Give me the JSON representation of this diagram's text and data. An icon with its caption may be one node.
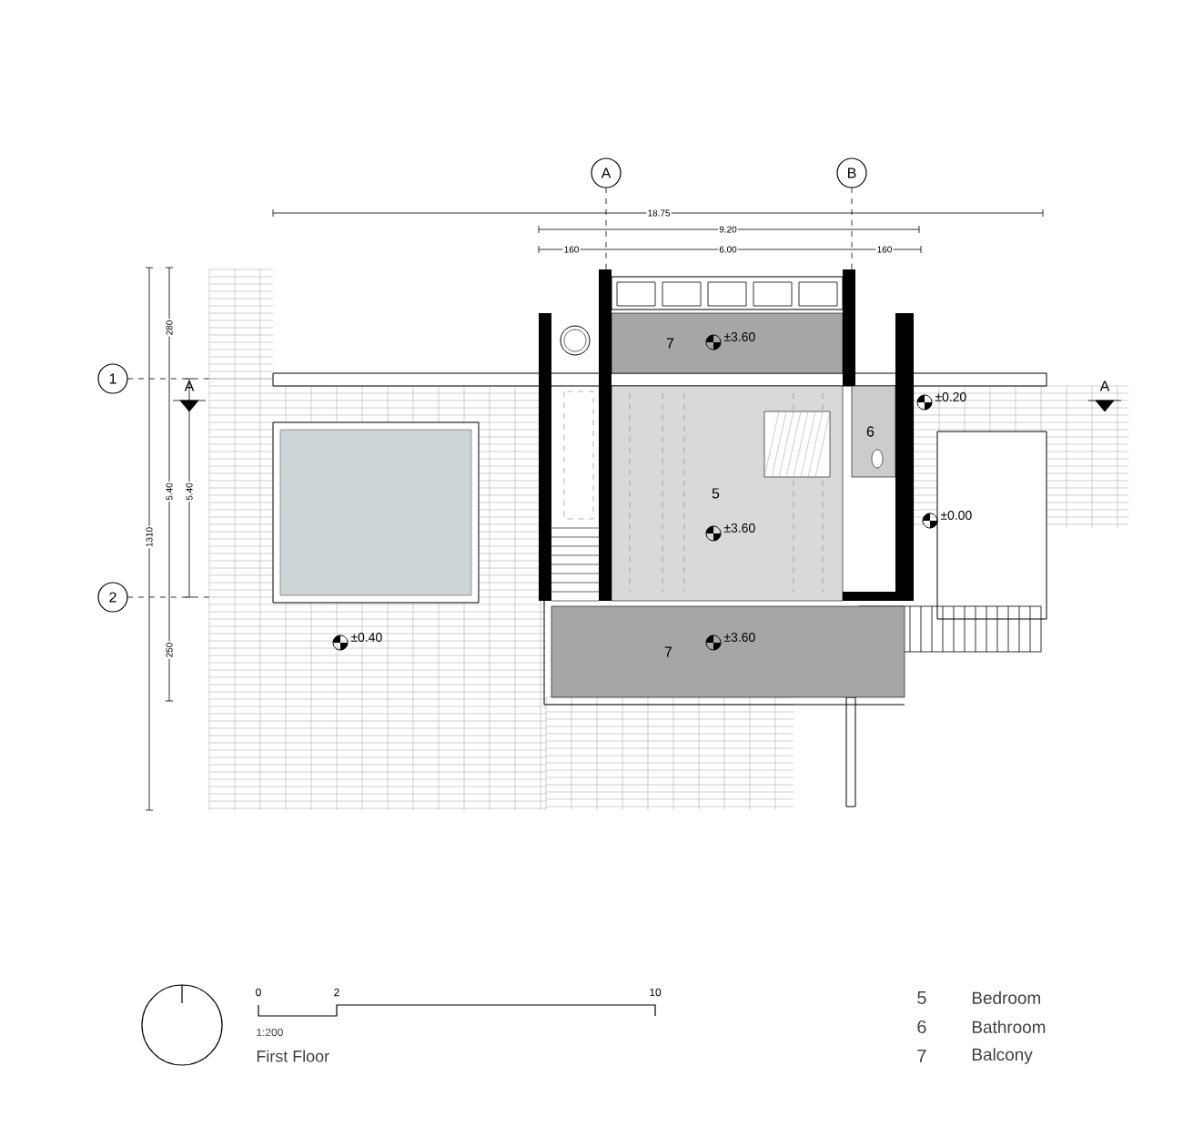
{
  "diagram": {
    "caption": "First Floor",
    "nodes": [
      {
        "text": [
          "A"
        ]
      },
      {
        "text": [
          "B"
        ]
      },
      {
        "text": [
          "1"
        ]
      },
      {
        "text": [
          "2"
        ]
      },
      {
        "text": [
          "7"
        ]
      },
      {
        "text": [
          "5"
        ]
      },
      {
        "text": [
          "6"
        ]
      },
      {
        "text": [
          "7"
        ]
      }
    ],
    "edges": [],
    "labels": [
      "18.75",
      "9.20",
      "160",
      "6.00",
      "160",
      "280",
      "5.40",
      "5.40",
      "1310",
      "250",
      "A",
      "A",
      "±3.60",
      "±0.20",
      "±3.60",
      "±0.00",
      "±0.40",
      "±3.60",
      "0",
      "2",
      "10",
      "1:200",
      "5",
      "Bedroom",
      "6",
      "Bathroom",
      "7",
      "Balcony"
    ]
  }
}
